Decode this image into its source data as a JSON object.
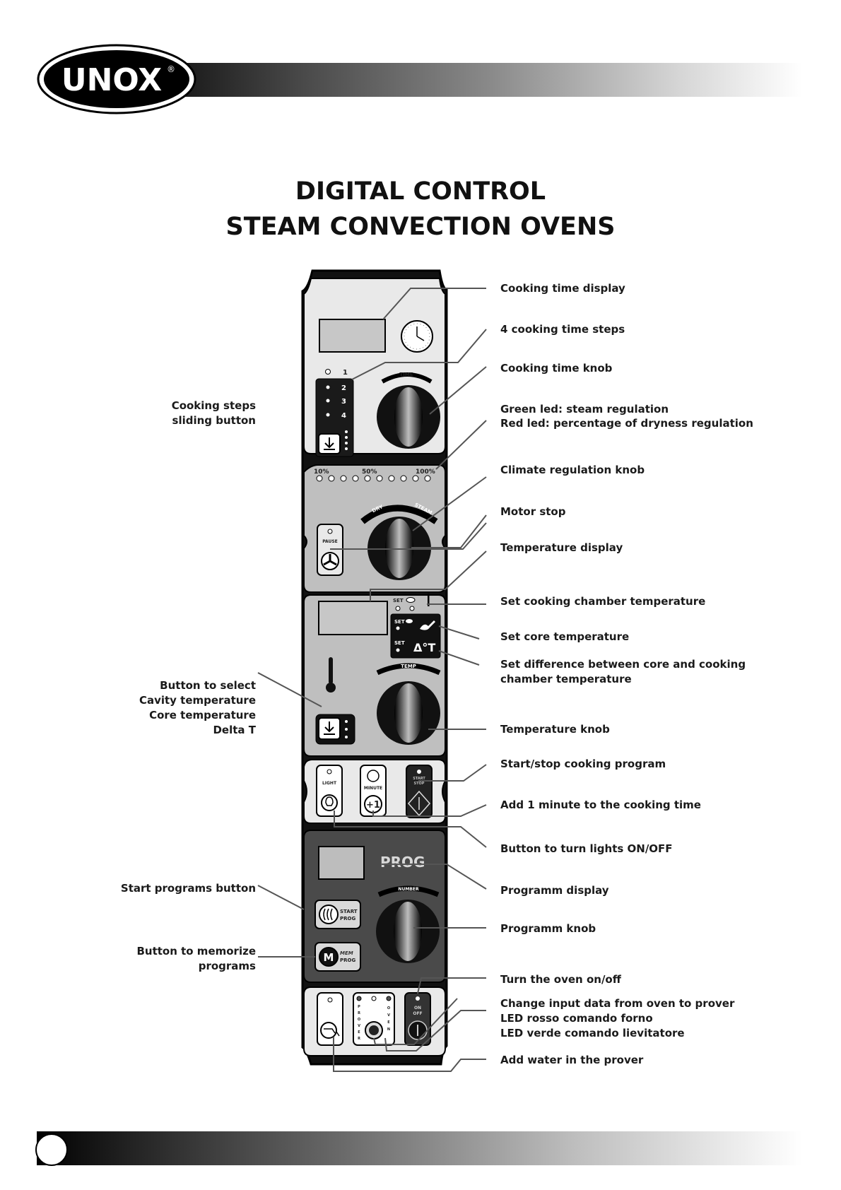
{
  "brand": {
    "logo_text": "UNOX",
    "registered": "®"
  },
  "title": {
    "line1": "DIGITAL CONTROL",
    "line2": "STEAM CONVECTION OVENS"
  },
  "panel": {
    "time_knob_label": "TIME",
    "steps": [
      "1",
      "2",
      "3",
      "4"
    ],
    "climate_scale": [
      "10%",
      "50%",
      "100%"
    ],
    "dry_label": "DRY",
    "steam_label": "STEAM",
    "pause_label": "PAUSE",
    "set_label": "SET",
    "delta_label": "Δ°T",
    "temp_knob_label": "TEMP",
    "light_label": "LIGHT",
    "minute_label": "MINUTE",
    "plus_one": "+1",
    "start_stop_line1": "START",
    "start_stop_line2": "STOP",
    "prog_label": "PROG",
    "number_knob_label": "NUMBER",
    "start_prog_line1": "START",
    "start_prog_line2": "PROG",
    "mem_letter": "M",
    "mem_prog_line1": "MEM",
    "mem_prog_line2": "PROG",
    "on_off_line1": "ON",
    "on_off_line2": "OFF",
    "prover_letters": [
      "P",
      "R",
      "O",
      "V",
      "E",
      "R"
    ],
    "oven_letters": [
      "O",
      "V",
      "E",
      "N"
    ]
  },
  "callouts_right": [
    {
      "lines": [
        "Cooking time display"
      ]
    },
    {
      "lines": [
        "4 cooking time steps"
      ]
    },
    {
      "lines": [
        "Cooking time knob"
      ]
    },
    {
      "lines": [
        "Green led: steam regulation",
        "Red led: percentage of dryness regulation"
      ]
    },
    {
      "lines": [
        "Climate regulation knob"
      ]
    },
    {
      "lines": [
        "Motor stop"
      ]
    },
    {
      "lines": [
        "Temperature display"
      ]
    },
    {
      "lines": [
        "Set cooking chamber temperature"
      ]
    },
    {
      "lines": [
        "Set core temperature"
      ]
    },
    {
      "lines": [
        "Set difference between core and cooking",
        "chamber temperature"
      ]
    },
    {
      "lines": [
        "Temperature knob"
      ]
    },
    {
      "lines": [
        "Start/stop cooking program"
      ]
    },
    {
      "lines": [
        "Add 1 minute to the cooking time"
      ]
    },
    {
      "lines": [
        "Button to turn lights ON/OFF"
      ]
    },
    {
      "lines": [
        "Programm display"
      ]
    },
    {
      "lines": [
        "Programm knob"
      ]
    },
    {
      "lines": [
        "Turn the oven on/off"
      ]
    },
    {
      "lines": [
        "Change input data from oven to prover",
        "LED rosso comando forno",
        "LED verde comando lievitatore"
      ]
    },
    {
      "lines": [
        "Add water in the prover"
      ]
    }
  ],
  "callouts_left": [
    {
      "lines": [
        "Cooking steps",
        "sliding button"
      ]
    },
    {
      "lines": [
        "Button to select",
        "Cavity temperature",
        "Core temperature",
        "Delta T"
      ]
    },
    {
      "lines": [
        "Start programs button"
      ]
    },
    {
      "lines": [
        "Button to memorize",
        "programs"
      ]
    }
  ]
}
